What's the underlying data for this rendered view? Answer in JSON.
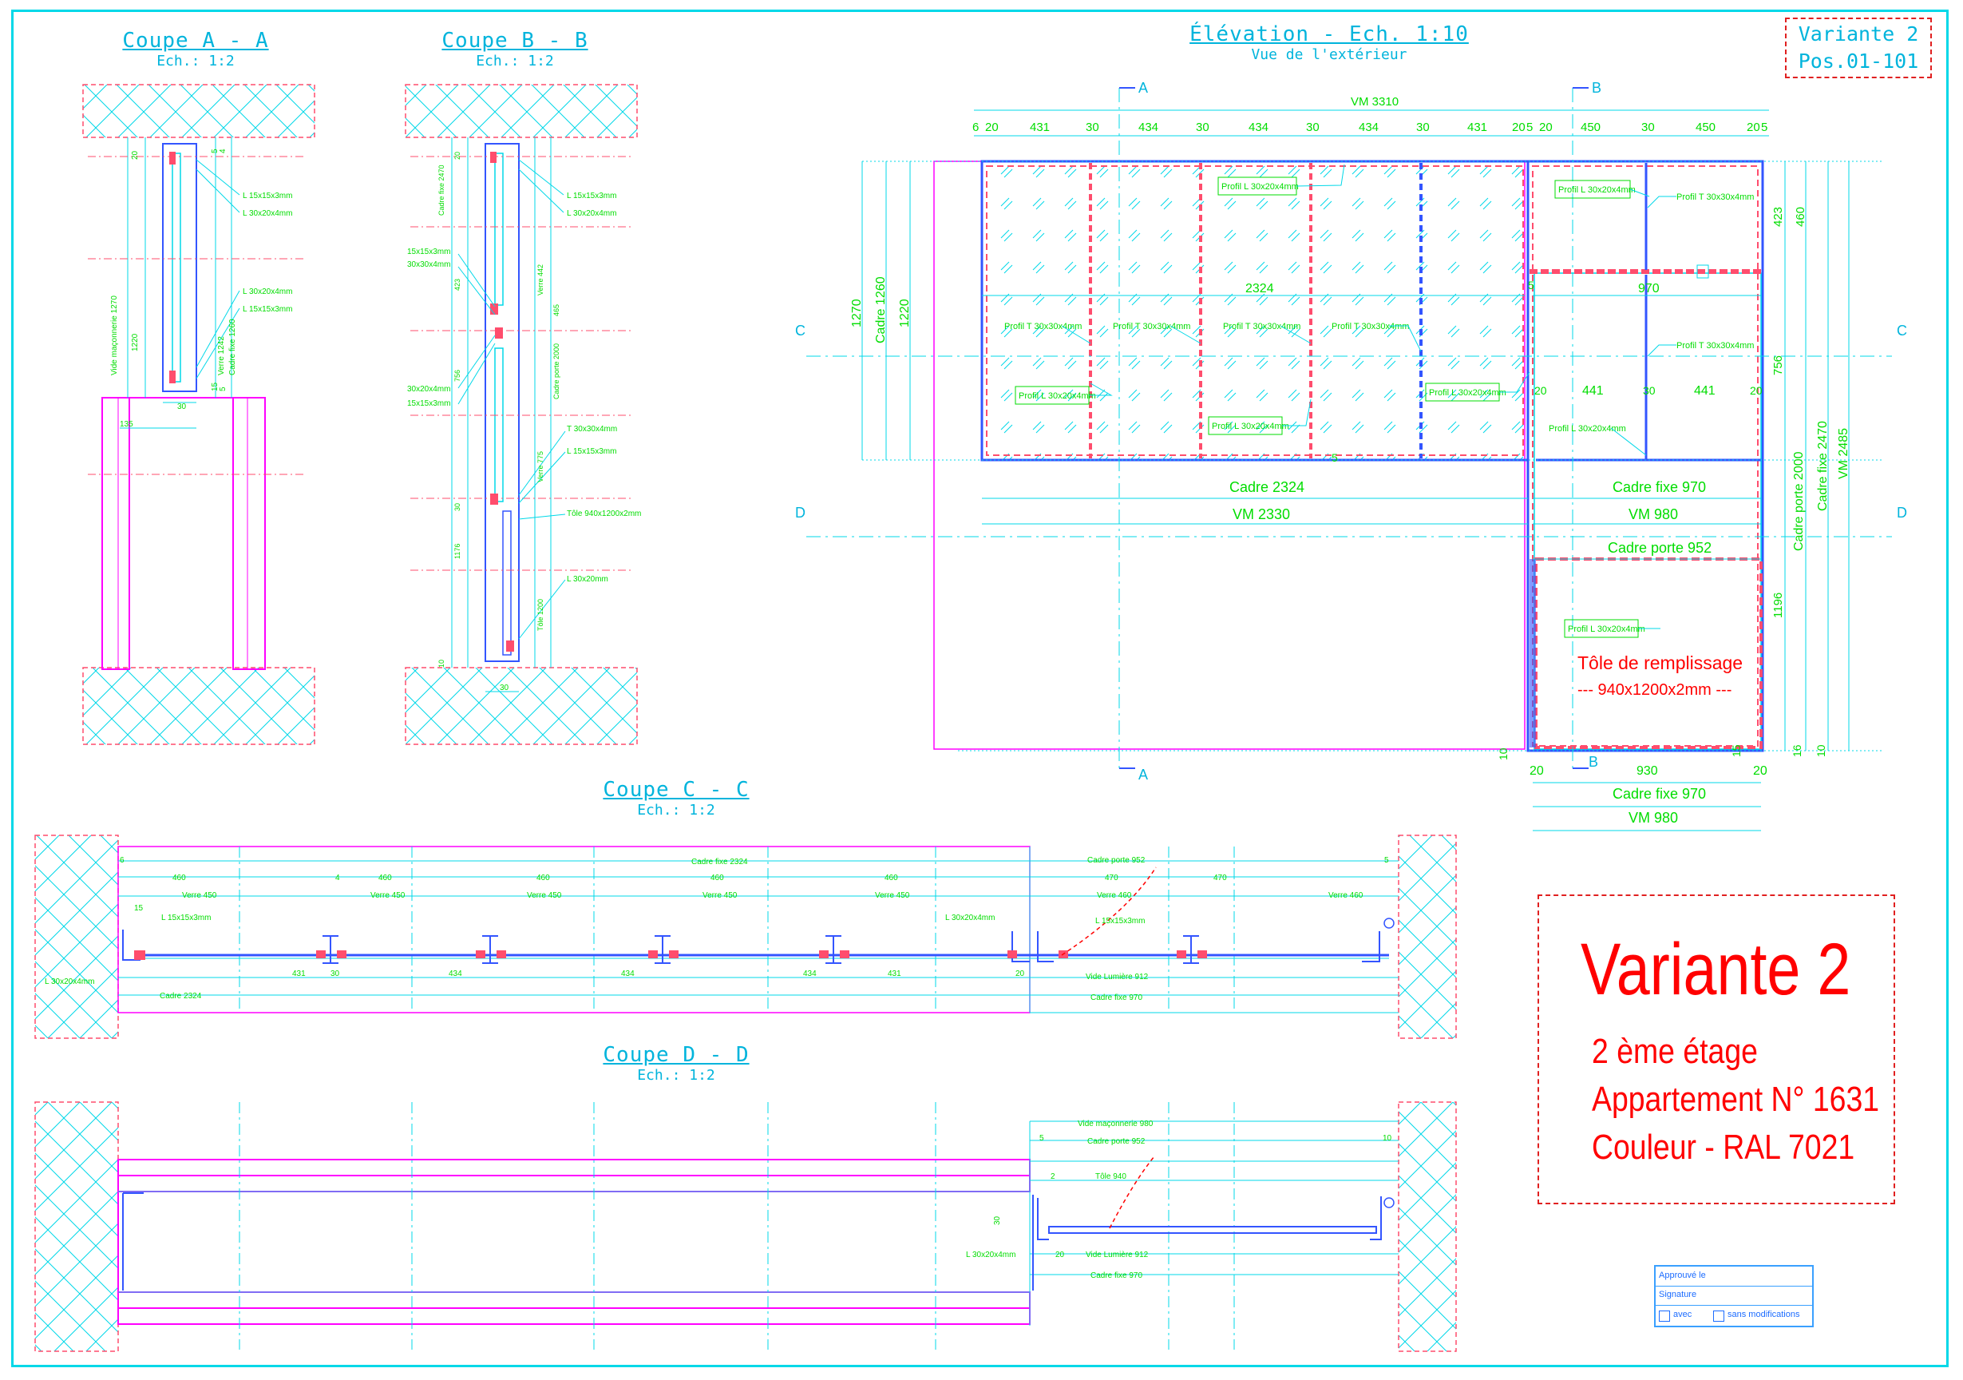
{
  "variant_box": {
    "line1": "Variante 2",
    "line2": "Pos.01-101"
  },
  "views": {
    "aa": {
      "title": "Coupe A - A",
      "scale": "Ech.: 1:2"
    },
    "bb": {
      "title": "Coupe B - B",
      "scale": "Ech.: 1:2"
    },
    "elev": {
      "title": "Élévation - Ech. 1:10",
      "scale": "Vue de l'extérieur"
    },
    "cc": {
      "title": "Coupe C - C",
      "scale": "Ech.: 1:2"
    },
    "dd": {
      "title": "Coupe D - D",
      "scale": "Ech.: 1:2"
    }
  },
  "elevation": {
    "top_dims": [
      "6",
      "20",
      "431",
      "30",
      "434",
      "30",
      "434",
      "30",
      "434",
      "30",
      "431",
      "20",
      "5",
      "20",
      "450",
      "30",
      "450",
      "20",
      "5"
    ],
    "vm_top": "VM 3310",
    "section_markers": [
      "A",
      "B",
      "C",
      "D"
    ],
    "center_width": "2324",
    "right_width": "970",
    "left_dims": [
      "1270",
      "Cadre 1260",
      "1220"
    ],
    "right_dims": [
      "460",
      "423",
      "756",
      "1196",
      "Cadre porte 2000",
      "Cadre fixe 2470",
      "VM 2485"
    ],
    "small_dims": [
      "5",
      "20",
      "30",
      "15",
      "10",
      "16"
    ],
    "lower_right_dims": [
      "441",
      "441"
    ],
    "bottom_dims": [
      "Cadre 2324",
      "VM 2330",
      "Cadre fixe 970",
      "VM 980",
      "Cadre porte 952"
    ],
    "bottom_right": [
      "20",
      "930",
      "20",
      "Cadre fixe 970",
      "VM 980"
    ],
    "labels_profil_l": "Profil L 30x20x4mm",
    "labels_profil_t": "Profil T 30x30x4mm",
    "tole_title": "Tôle de remplissage",
    "tole_dims": "--- 940x1200x2mm ---"
  },
  "coupe_aa": {
    "labels": [
      "L 15x15x3mm",
      "L 30x20x4mm",
      "L 30x20x4mm",
      "L 15x15x3mm"
    ],
    "dims": [
      "20",
      "1220",
      "Vide maçonnerie 1270",
      "Verre 1242",
      "Cadre fixe 1260",
      "30",
      "135",
      "5",
      "4",
      "15",
      "5"
    ]
  },
  "coupe_bb": {
    "labels": [
      "L 15x15x3mm",
      "L 30x20x4mm",
      "15x15x3mm",
      "30x30x4mm",
      "30x20x4mm",
      "15x15x3mm",
      "T 30x30x4mm",
      "L 15x15x3mm",
      "Tôle 940x1200x2mm",
      "L 30x20mm"
    ],
    "dims": [
      "Cadre fixe 2470",
      "Verre 442",
      "465",
      "Cadre porte 2000",
      "Verre 775",
      "Tôle 1200",
      "423",
      "756",
      "1176",
      "30",
      "20",
      "10",
      "30"
    ]
  },
  "coupe_cc": {
    "top": [
      "Cadre fixe 2324",
      "Cadre porte 952",
      "460",
      "460",
      "460",
      "460",
      "460",
      "470",
      "470"
    ],
    "glass": [
      "Verre 450",
      "Verre 450",
      "Verre 450",
      "Verre 450",
      "Verre 450",
      "Verre 460",
      "Verre 460"
    ],
    "labels": [
      "L 15x15x3mm",
      "L 30x20x4mm",
      "L 30x20x4mm",
      "L 15x15x3mm"
    ],
    "bottom": [
      "431",
      "434",
      "434",
      "434",
      "431",
      "Cadre 2324",
      "Vide Lumière 912",
      "Cadre fixe 970",
      "20",
      "30",
      "4",
      "5",
      "6",
      "15"
    ]
  },
  "coupe_dd": {
    "labels": [
      "Vide maçonnerie 980",
      "Cadre porte 952",
      "Tôle 940",
      "L 30x20x4mm",
      "Vide Lumière 912",
      "Cadre fixe 970"
    ],
    "dims": [
      "5",
      "2",
      "20",
      "30",
      "10"
    ]
  },
  "info": {
    "title": "Variante 2",
    "lines": [
      "2 ème étage",
      "Appartement N° 1631",
      "Couleur - RAL 7021"
    ]
  },
  "approval": {
    "approved": "Approuvé le",
    "signature": "Signature",
    "avec": "avec",
    "sans": "sans modifications"
  },
  "colors": {
    "cyan": "#00d8e8",
    "green": "#00dd00",
    "magenta": "#ff00ff",
    "red": "#ff0000",
    "blue": "#3355ff",
    "pink": "#ff4d6d"
  }
}
